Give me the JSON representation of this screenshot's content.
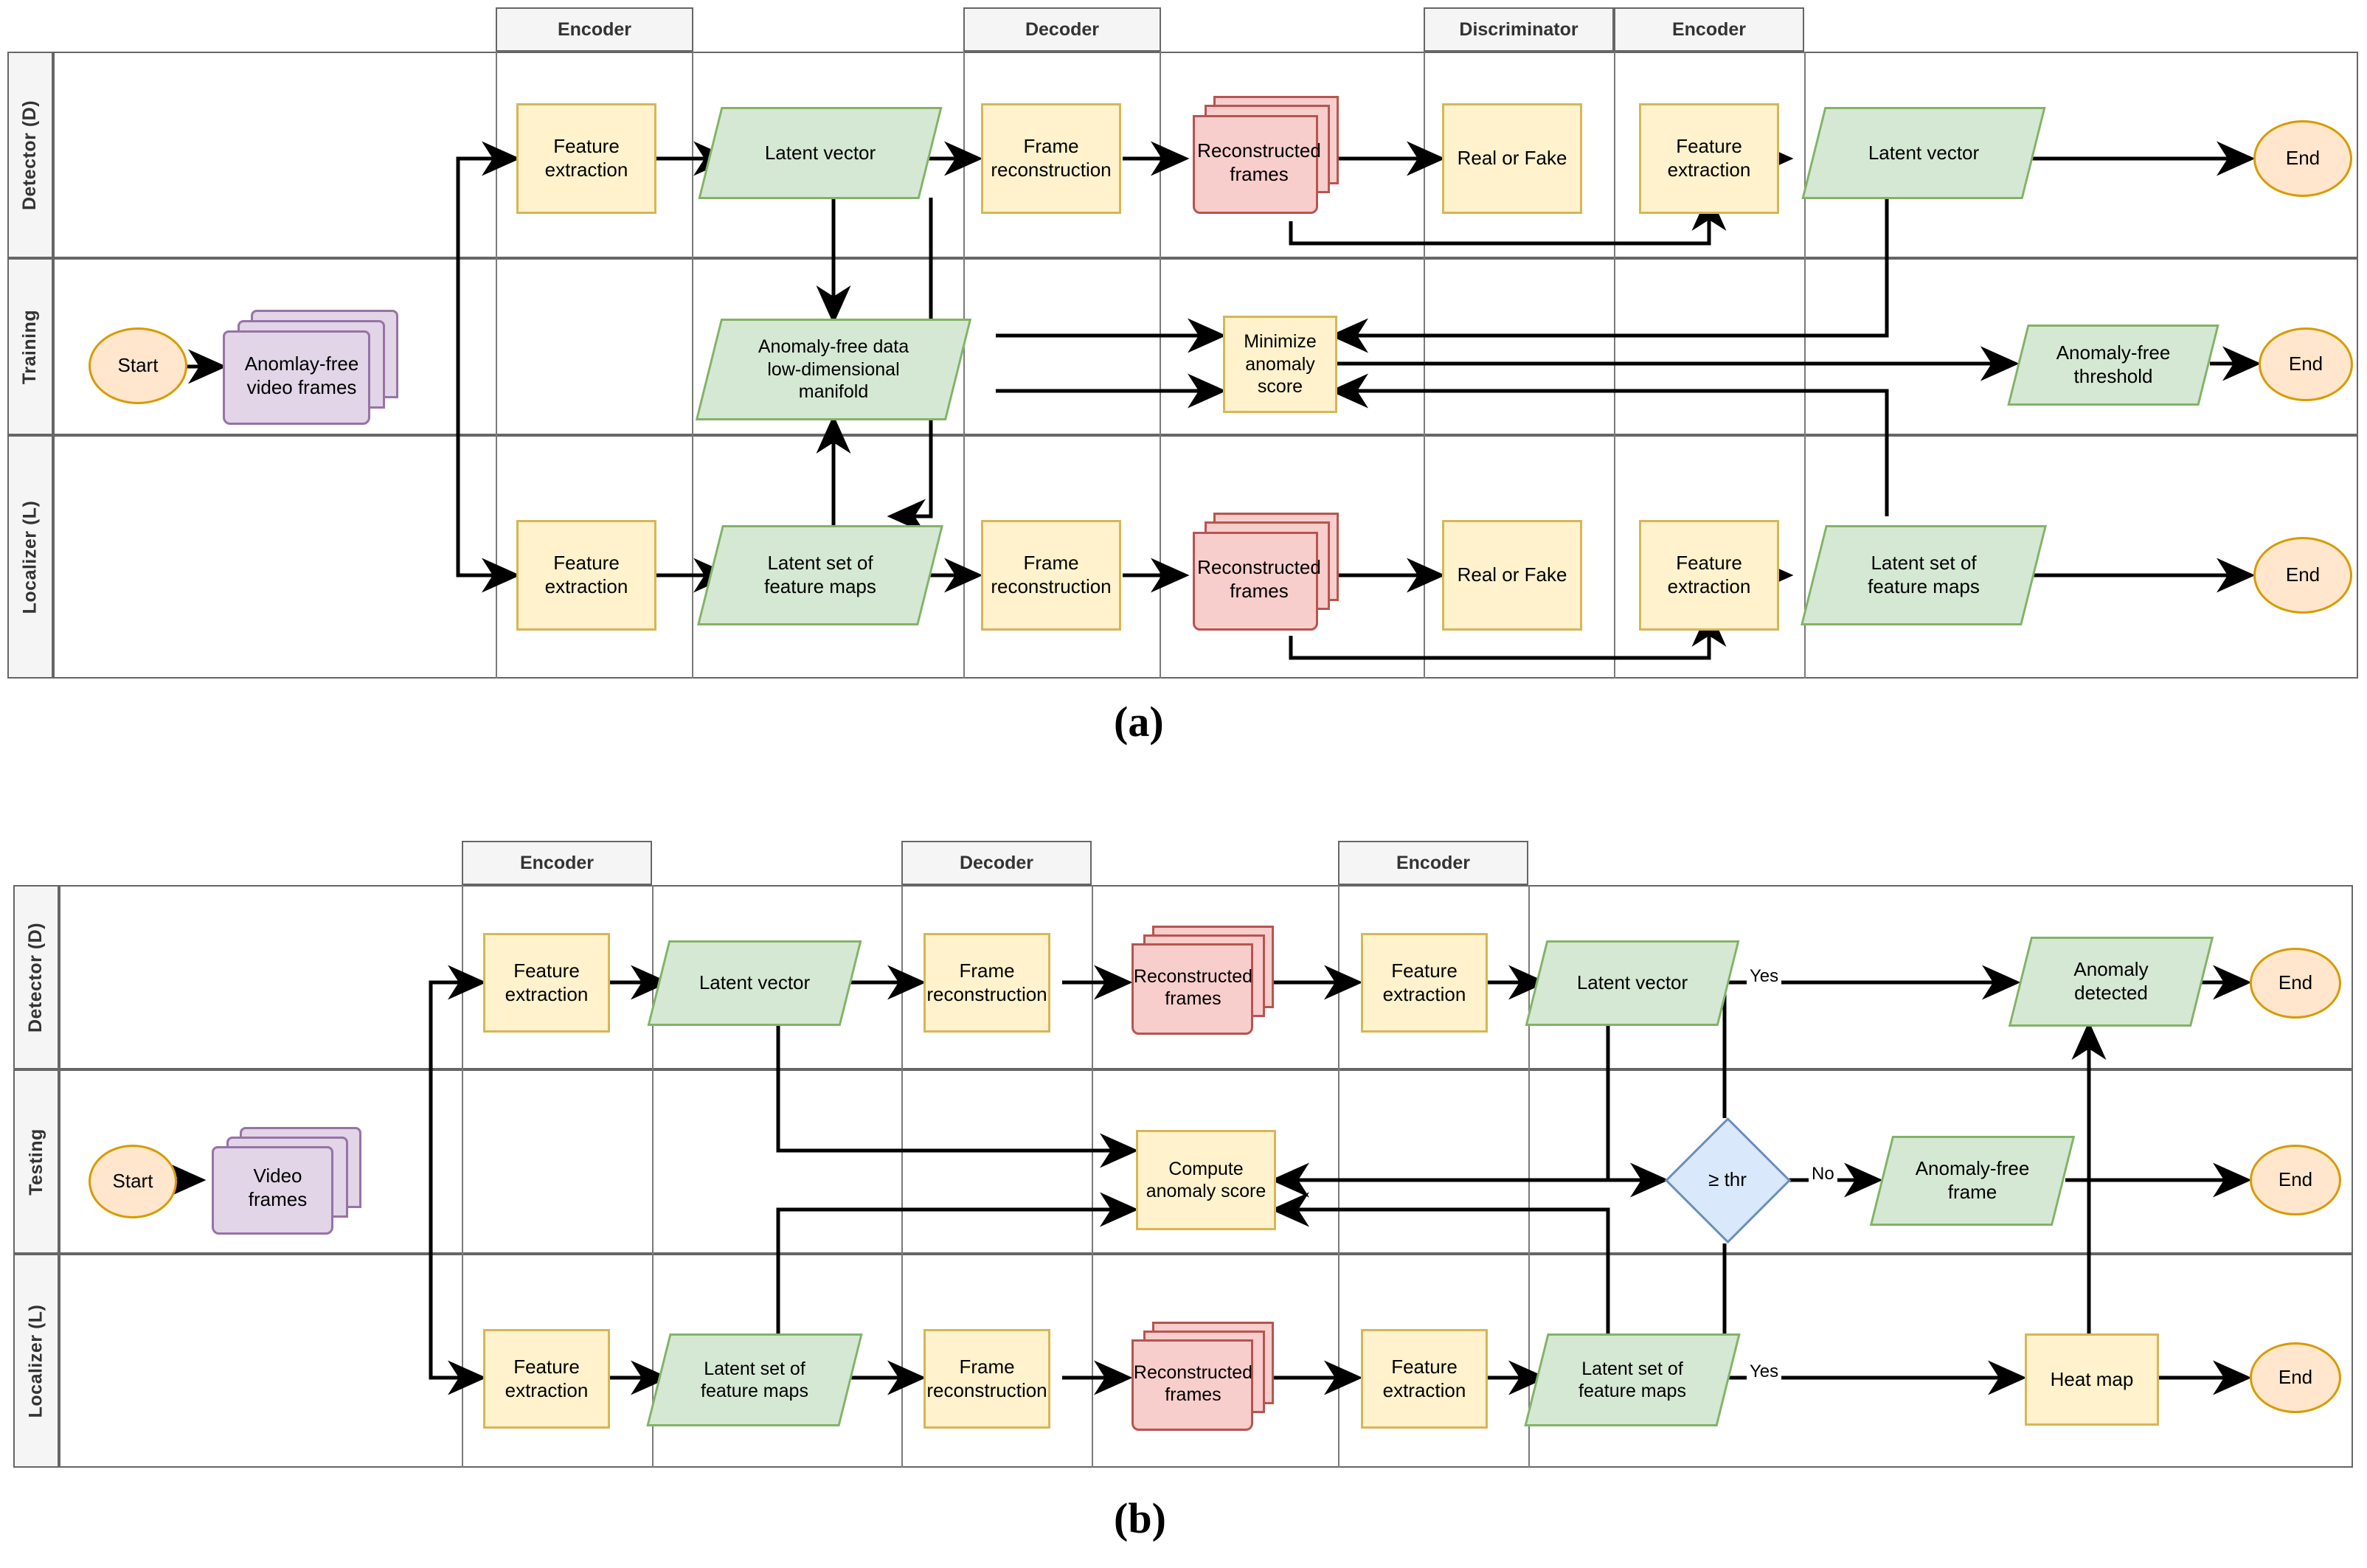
{
  "figure": {
    "caption_a": "(a)",
    "caption_b": "(b)"
  },
  "panel_a": {
    "lanes": [
      "Detector (D)",
      "Training",
      "Localizer (L)"
    ],
    "column_headers": [
      "Encoder",
      "Decoder",
      "Discriminator",
      "Encoder"
    ],
    "nodes": {
      "d_feature_extraction_1": "Feature\nextraction",
      "d_latent_vector_1": "Latent vector",
      "d_frame_reconstruction": "Frame\nreconstruction",
      "d_reconstructed_frames": "Reconstructed\nframes",
      "d_real_or_fake": "Real or Fake",
      "d_feature_extraction_2": "Feature\nextraction",
      "d_latent_vector_2": "Latent vector",
      "d_end": "End",
      "t_start": "Start",
      "t_video_frames": "Anomlay-free\nvideo frames",
      "t_manifold": "Anomaly-free data\nlow-dimensional\nmanifold",
      "t_minimize": "Minimize\nanomaly score",
      "t_threshold": "Anomaly-free\nthreshold",
      "t_end": "End",
      "l_feature_extraction_1": "Feature\nextraction",
      "l_latent_set_1": "Latent set of\nfeature maps",
      "l_frame_reconstruction": "Frame\nreconstruction",
      "l_reconstructed_frames": "Reconstructed\nframes",
      "l_real_or_fake": "Real or Fake",
      "l_feature_extraction_2": "Feature\nextraction",
      "l_latent_set_2": "Latent set of\nfeature maps",
      "l_end": "End"
    }
  },
  "panel_b": {
    "lanes": [
      "Detector (D)",
      "Testing",
      "Localizer (L)"
    ],
    "column_headers": [
      "Encoder",
      "Decoder",
      "Encoder"
    ],
    "nodes": {
      "d_feature_extraction_1": "Feature\nextraction",
      "d_latent_vector_1": "Latent vector",
      "d_frame_reconstruction": "Frame\nreconstruction",
      "d_reconstructed_frames": "Reconstructed\nframes",
      "d_feature_extraction_2": "Feature\nextraction",
      "d_latent_vector_2": "Latent vector",
      "d_anomaly_detected": "Anomaly\ndetected",
      "d_end": "End",
      "t_start": "Start",
      "t_video_frames": "Video\nframes",
      "t_compute_score": "Compute\nanomaly score",
      "t_decision": "≥ thr",
      "t_anomaly_free_frame": "Anomaly-free\nframe",
      "t_end": "End",
      "l_feature_extraction_1": "Feature\nextraction",
      "l_latent_set_1": "Latent set of\nfeature maps",
      "l_frame_reconstruction": "Frame\nreconstruction",
      "l_reconstructed_frames": "Reconstructed\nframes",
      "l_feature_extraction_2": "Feature\nextraction",
      "l_latent_set_2": "Latent set of\nfeature maps",
      "l_heat_map": "Heat map",
      "l_end": "End"
    },
    "edge_labels": {
      "yes_top": "Yes",
      "no_middle": "No",
      "yes_bottom": "Yes"
    }
  },
  "colors": {
    "process_fill": "#fff2cc",
    "process_stroke": "#d6b656",
    "data_fill": "#d5e8d4",
    "data_stroke": "#82b366",
    "terminator_fill": "#ffe6cc",
    "terminator_stroke": "#d79b00",
    "multidoc_purple_fill": "#e1d5e7",
    "multidoc_purple_stroke": "#9673a6",
    "multidoc_red_fill": "#f8cecc",
    "multidoc_red_stroke": "#b85450",
    "decision_fill": "#dae8fc",
    "decision_stroke": "#6c8ebf",
    "lane_header_fill": "#f5f5f5",
    "lane_stroke": "#666666"
  }
}
